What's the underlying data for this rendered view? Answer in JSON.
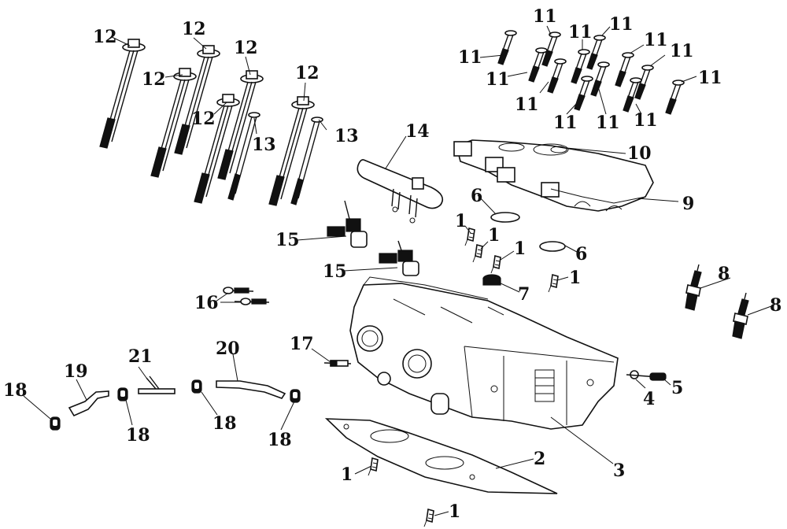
{
  "title": "Cylinder head exploded parts diagram",
  "callouts": [
    {
      "id": "c1a",
      "label": "1",
      "part": "dowel-pin"
    },
    {
      "id": "c1b",
      "label": "1",
      "part": "dowel-pin"
    },
    {
      "id": "c1c",
      "label": "1",
      "part": "dowel-pin"
    },
    {
      "id": "c1d",
      "label": "1",
      "part": "dowel-pin"
    },
    {
      "id": "c1e",
      "label": "1",
      "part": "dowel-pin"
    },
    {
      "id": "c1f",
      "label": "1",
      "part": "dowel-pin"
    },
    {
      "id": "c2",
      "label": "2",
      "part": "cylinder-head-gasket"
    },
    {
      "id": "c3",
      "label": "3",
      "part": "cylinder-head"
    },
    {
      "id": "c4",
      "label": "4",
      "part": "washer"
    },
    {
      "id": "c5",
      "label": "5",
      "part": "bolt"
    },
    {
      "id": "c6a",
      "label": "6",
      "part": "o-ring"
    },
    {
      "id": "c6b",
      "label": "6",
      "part": "o-ring"
    },
    {
      "id": "c7",
      "label": "7",
      "part": "plug"
    },
    {
      "id": "c8a",
      "label": "8",
      "part": "spark-plug"
    },
    {
      "id": "c8b",
      "label": "8",
      "part": "spark-plug"
    },
    {
      "id": "c9",
      "label": "9",
      "part": "camshaft-holder"
    },
    {
      "id": "c10",
      "label": "10",
      "part": "o-ring"
    },
    {
      "id": "c11",
      "label": "11",
      "part": "bolt"
    },
    {
      "id": "c12",
      "label": "12",
      "part": "cylinder-head-bolt"
    },
    {
      "id": "c13",
      "label": "13",
      "part": "stud-bolt"
    },
    {
      "id": "c14",
      "label": "14",
      "part": "fuel-rail"
    },
    {
      "id": "c15a",
      "label": "15",
      "part": "fuel-injector"
    },
    {
      "id": "c15b",
      "label": "15",
      "part": "fuel-injector"
    },
    {
      "id": "c16",
      "label": "16",
      "part": "bolt"
    },
    {
      "id": "c17",
      "label": "17",
      "part": "stud"
    },
    {
      "id": "c18",
      "label": "18",
      "part": "hose-clamp"
    },
    {
      "id": "c19",
      "label": "19",
      "part": "hose"
    },
    {
      "id": "c20",
      "label": "20",
      "part": "hose"
    },
    {
      "id": "c21",
      "label": "21",
      "part": "three-way-joint"
    }
  ],
  "labels": {
    "n1": "1",
    "n2": "2",
    "n3": "3",
    "n4": "4",
    "n5": "5",
    "n6": "6",
    "n7": "7",
    "n8": "8",
    "n9": "9",
    "n10": "10",
    "n11": "11",
    "n12": "12",
    "n13": "13",
    "n14": "14",
    "n15": "15",
    "n16": "16",
    "n17": "17",
    "n18": "18",
    "n19": "19",
    "n20": "20",
    "n21": "21"
  }
}
